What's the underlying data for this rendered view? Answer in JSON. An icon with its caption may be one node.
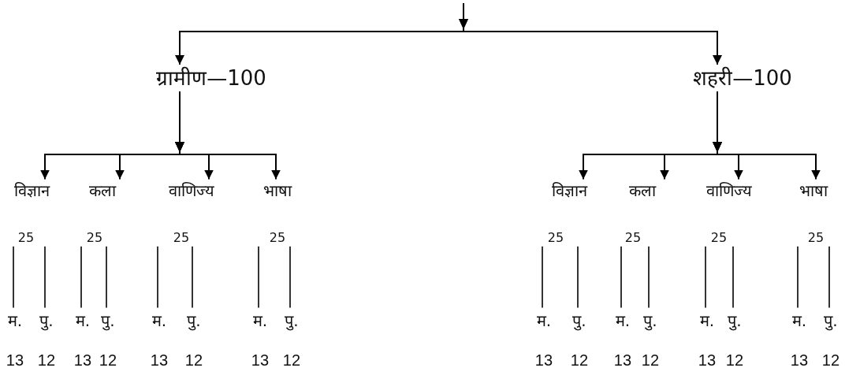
{
  "diagram": {
    "nodes": [
      {
        "text": [
          "ग्रामीण—100"
        ]
      },
      {
        "text": [
          "शहरी—100"
        ]
      },
      {
        "text": [
          "विज्ञान"
        ]
      },
      {
        "text": [
          "कला"
        ]
      },
      {
        "text": [
          "वाणिज्य"
        ]
      },
      {
        "text": [
          "भाषा"
        ]
      },
      {
        "text": [
          "विज्ञान"
        ]
      },
      {
        "text": [
          "कला"
        ]
      },
      {
        "text": [
          "वाणिज्य"
        ]
      },
      {
        "text": [
          "भाषा"
        ]
      },
      {
        "text": [
          "25"
        ]
      },
      {
        "text": [
          "25"
        ]
      },
      {
        "text": [
          "25"
        ]
      },
      {
        "text": [
          "25"
        ]
      },
      {
        "text": [
          "25"
        ]
      },
      {
        "text": [
          "25"
        ]
      },
      {
        "text": [
          "25"
        ]
      },
      {
        "text": [
          "25"
        ]
      },
      {
        "text": [
          "म."
        ],
        "beside": [
          "13"
        ]
      },
      {
        "text": [
          "पु."
        ],
        "beside": [
          "12"
        ]
      },
      {
        "text": [
          "म."
        ],
        "beside": [
          "13"
        ]
      },
      {
        "text": [
          "पु."
        ],
        "beside": [
          "12"
        ]
      },
      {
        "text": [
          "म."
        ],
        "beside": [
          "13"
        ]
      },
      {
        "text": [
          "पु."
        ],
        "beside": [
          "12"
        ]
      },
      {
        "text": [
          "म."
        ],
        "beside": [
          "13"
        ]
      },
      {
        "text": [
          "पु."
        ],
        "beside": [
          "12"
        ]
      },
      {
        "text": [
          "म."
        ],
        "beside": [
          "13"
        ]
      },
      {
        "text": [
          "पु."
        ],
        "beside": [
          "12"
        ]
      },
      {
        "text": [
          "म."
        ],
        "beside": [
          "13"
        ]
      },
      {
        "text": [
          "पु."
        ],
        "beside": [
          "12"
        ]
      },
      {
        "text": [
          "म."
        ],
        "beside": [
          "13"
        ]
      },
      {
        "text": [
          "पु."
        ],
        "beside": [
          "12"
        ]
      },
      {
        "text": [
          "म."
        ],
        "beside": [
          "13"
        ]
      },
      {
        "text": [
          "पु."
        ],
        "beside": [
          "12"
        ]
      }
    ],
    "edges": [
      {
        "from": null,
        "to": 0,
        "arrow": "to"
      },
      {
        "from": null,
        "to": 1,
        "arrow": "to"
      },
      {
        "from": 0,
        "to": 2,
        "arrow": "to"
      },
      {
        "from": 0,
        "to": 3,
        "arrow": "to"
      },
      {
        "from": 0,
        "to": 4,
        "arrow": "to"
      },
      {
        "from": 0,
        "to": 5,
        "arrow": "to"
      },
      {
        "from": 1,
        "to": 6,
        "arrow": "to"
      },
      {
        "from": 1,
        "to": 7,
        "arrow": "to"
      },
      {
        "from": 1,
        "to": 8,
        "arrow": "to"
      },
      {
        "from": 1,
        "to": 9,
        "arrow": "to"
      },
      {
        "from": 10,
        "to": 18,
        "arrow": "none"
      },
      {
        "from": 10,
        "to": 19,
        "arrow": "none"
      },
      {
        "from": 11,
        "to": 20,
        "arrow": "none"
      },
      {
        "from": 11,
        "to": 21,
        "arrow": "none"
      },
      {
        "from": 12,
        "to": 22,
        "arrow": "none"
      },
      {
        "from": 12,
        "to": 23,
        "arrow": "none"
      },
      {
        "from": 13,
        "to": 24,
        "arrow": "none"
      },
      {
        "from": 13,
        "to": 25,
        "arrow": "none"
      },
      {
        "from": 14,
        "to": 26,
        "arrow": "none"
      },
      {
        "from": 14,
        "to": 27,
        "arrow": "none"
      },
      {
        "from": 15,
        "to": 28,
        "arrow": "none"
      },
      {
        "from": 15,
        "to": 29,
        "arrow": "none"
      },
      {
        "from": 16,
        "to": 30,
        "arrow": "none"
      },
      {
        "from": 16,
        "to": 31,
        "arrow": "none"
      },
      {
        "from": 17,
        "to": 32,
        "arrow": "none"
      },
      {
        "from": 17,
        "to": 33,
        "arrow": "none"
      }
    ]
  }
}
